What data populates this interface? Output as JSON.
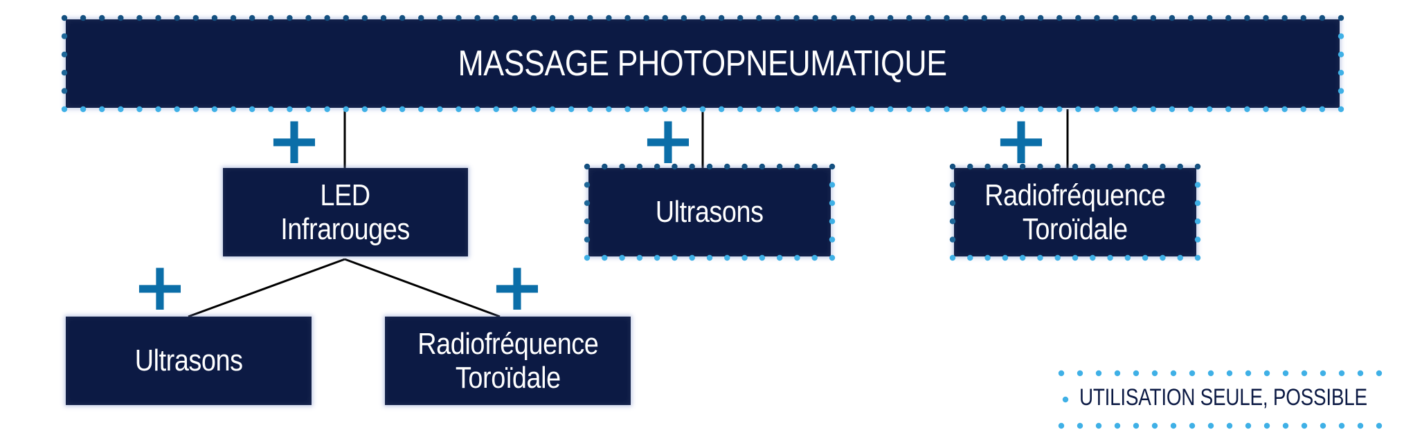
{
  "diagram": {
    "root": {
      "label": "MASSAGE PHOTOPNEUMATIQUE"
    },
    "level1": [
      {
        "id": "led",
        "label": "LED\nInfrarouges",
        "standalone": false
      },
      {
        "id": "ultrasons",
        "label": "Ultrasons",
        "standalone": true
      },
      {
        "id": "radiofrequence",
        "label": "Radiofréquence\nToroïdale",
        "standalone": true
      }
    ],
    "level2": [
      {
        "id": "ultrasons",
        "label": "Ultrasons",
        "standalone": false
      },
      {
        "id": "radiofrequence",
        "label": "Radiofréquence\nToroïdale",
        "standalone": false
      }
    ],
    "connector_symbol": "+",
    "legend": {
      "label": "UTILISATION SEULE, POSSIBLE"
    }
  },
  "colors": {
    "box_fill": "#0c1a44",
    "box_text": "#ffffff",
    "plus": "#0b6ea8",
    "dot_light": "#3fb0e6",
    "dot_dark": "#0c3f6e",
    "connector_line": "#000000"
  }
}
